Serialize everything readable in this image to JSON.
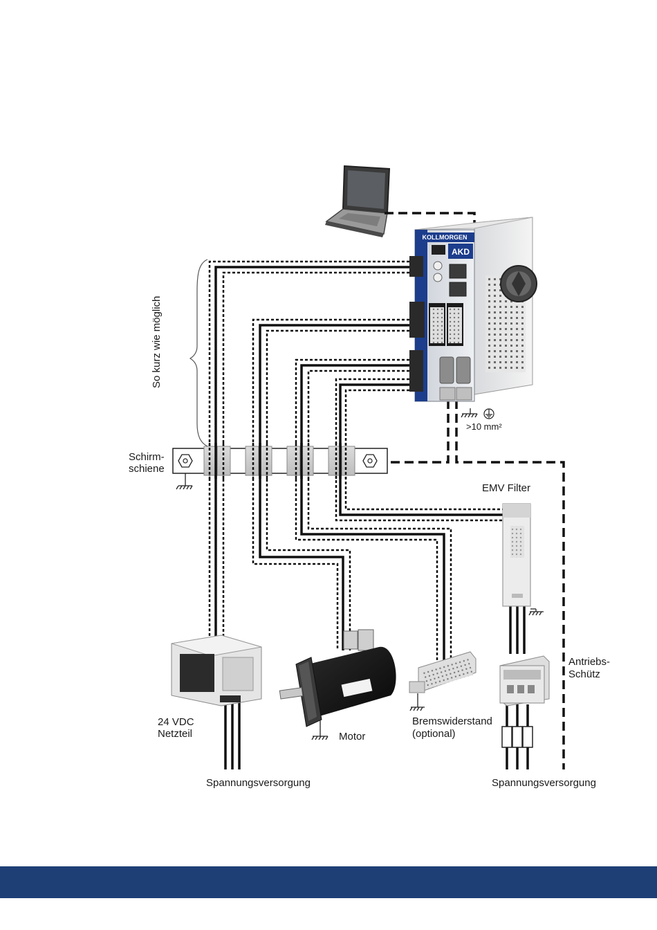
{
  "labels": {
    "shield_rail": [
      "Schirm-",
      "schiene"
    ],
    "short_as_possible": "So kurz wie möglich",
    "ground_spec": ">10 mm²",
    "emv_filter": "EMV Filter",
    "drive_contactor": [
      "Antriebs-",
      "Schütz"
    ],
    "psu_24v": [
      "24 VDC",
      "Netzteil"
    ],
    "motor": "Motor",
    "brake_resistor": [
      "Bremswiderstand",
      "(optional)"
    ],
    "supply_left": "Spannungsversorgung",
    "supply_right": "Spannungsversorgung"
  },
  "drive": {
    "brand": "KOLLMORGEN",
    "model": "AKD"
  },
  "colors": {
    "footer_bar": "#1e3f76",
    "drive_blue": "#1c3d8c",
    "cable": "#111111"
  }
}
